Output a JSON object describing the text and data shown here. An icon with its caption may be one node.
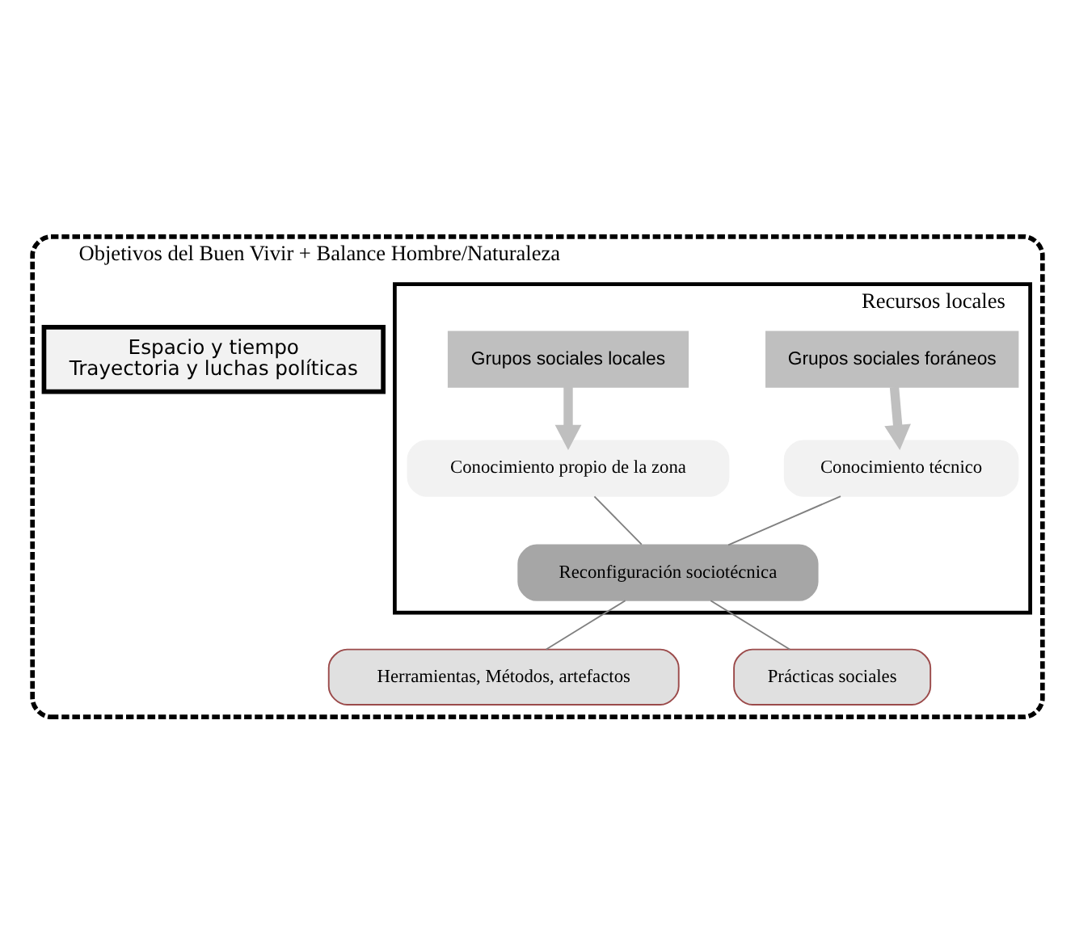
{
  "diagram": {
    "nodes": [
      {
        "text": [
          "Objetivos del Buen Vivir + Balance Hombre/Naturaleza"
        ]
      },
      {
        "text": [
          "Espacio y tiempo",
          "Trayectoria y luchas políticas"
        ],
        "in": 0
      },
      {
        "text": [
          "Recursos locales"
        ],
        "in": 0
      },
      {
        "text": [
          "Grupos sociales foráneos"
        ],
        "in": 2
      },
      {
        "text": [
          "Grupos sociales locales"
        ],
        "in": 2
      },
      {
        "text": [
          "Conocimiento técnico"
        ],
        "in": 2
      },
      {
        "text": [
          "Conocimiento propio de la zona"
        ],
        "in": 2
      },
      {
        "text": [
          "Reconfiguración sociotécnica"
        ],
        "in": 2
      },
      {
        "text": [
          "Herramientas, Métodos, artefactos"
        ],
        "in": 0
      },
      {
        "text": [
          "Prácticas sociales"
        ],
        "in": 0
      }
    ],
    "edges": [
      {
        "from": 3,
        "to": 5,
        "arrow": "to",
        "style": "thick",
        "color": "#bfbfbf"
      },
      {
        "from": 4,
        "to": 6,
        "arrow": "to",
        "style": "thick",
        "color": "#bfbfbf"
      },
      {
        "from": 5,
        "to": 7,
        "arrow": "none"
      },
      {
        "from": 6,
        "to": 7,
        "arrow": "none"
      },
      {
        "from": 7,
        "to": 8,
        "arrow": "none"
      },
      {
        "from": 7,
        "to": 9,
        "arrow": "none"
      }
    ]
  }
}
